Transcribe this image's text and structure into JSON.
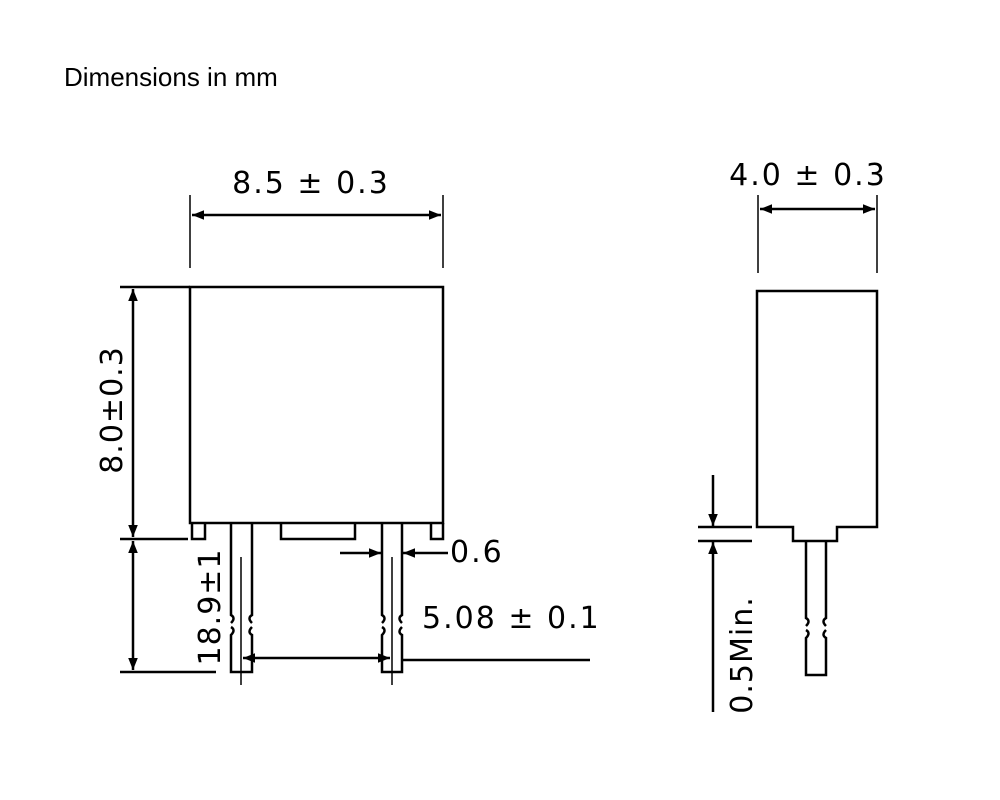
{
  "title": "Dimensions in mm",
  "front_view": {
    "width_dim": "8.5 ± 0.3",
    "height_dim": "8.0±0.3",
    "lead_length_dim": "18.9±1",
    "lead_width_dim": "0.6",
    "lead_pitch_dim": "5.08 ± 0.1"
  },
  "side_view": {
    "thickness_dim": "4.0 ± 0.3",
    "standoff_dim": "0.5Min."
  }
}
